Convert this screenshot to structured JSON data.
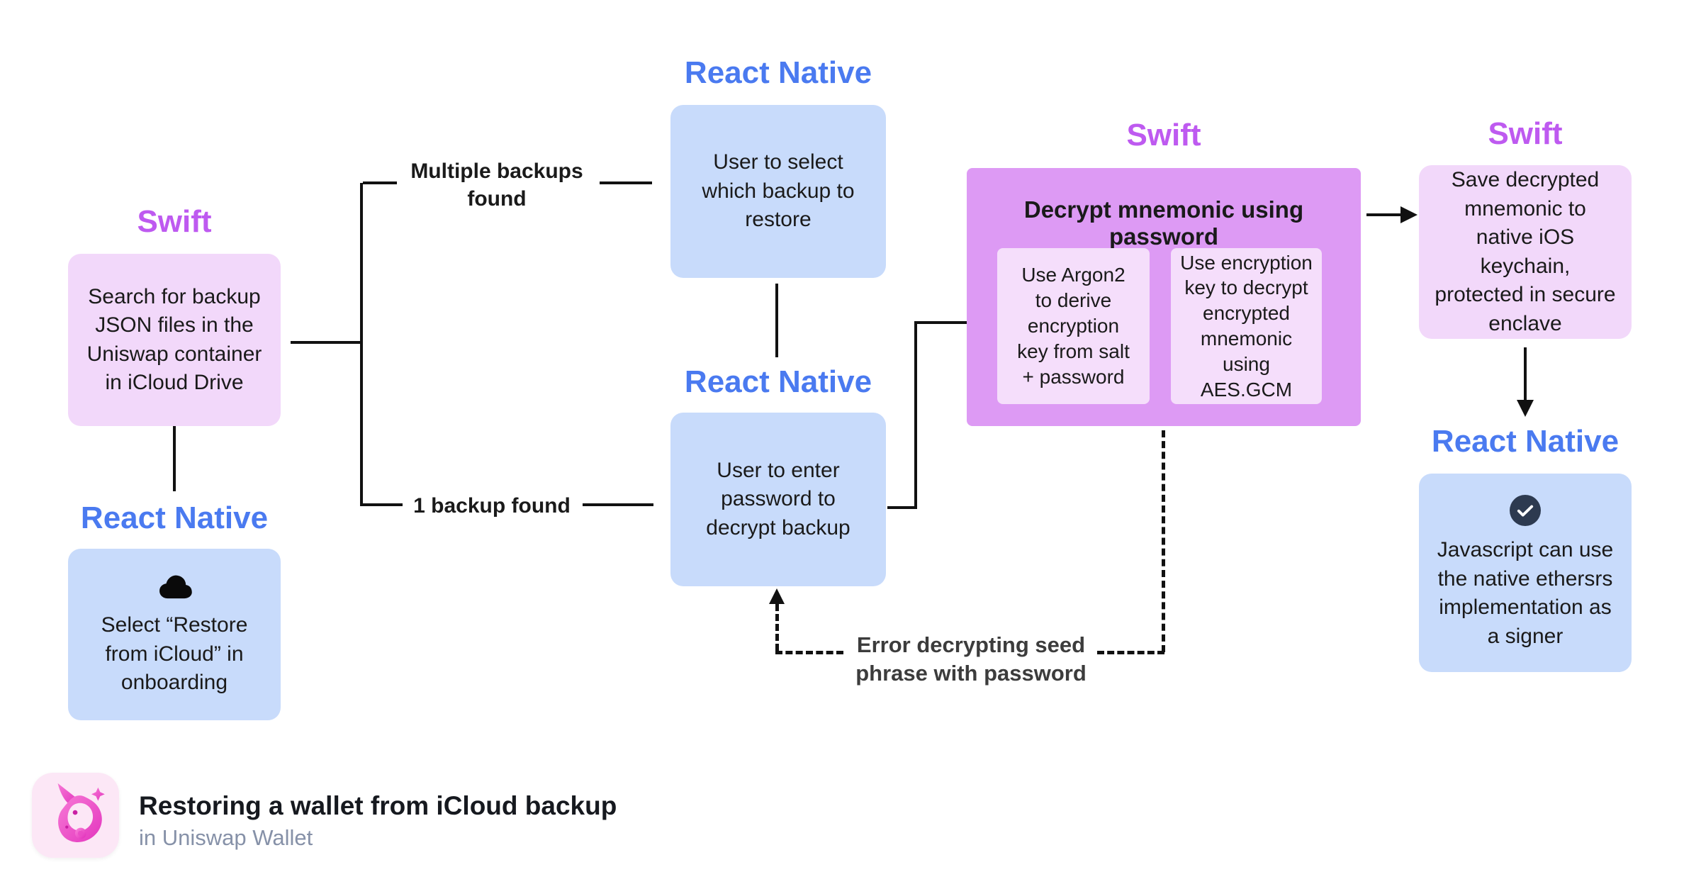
{
  "colors": {
    "swift": "#BE5AF0",
    "react-native": "#4A7AF0",
    "pink-box": "#F2D8FA",
    "blue-box": "#C8DBFB",
    "purple-box": "#DD9AF4",
    "purple-inner": "#F5DEFB",
    "line": "#111111",
    "text": "#1A1A1A",
    "error-text": "#3C3C3C",
    "check-circle": "#2D3A50",
    "footer-title": "#16191F",
    "footer-subtitle": "#8691A8",
    "logo-bg": "#FCE7F6",
    "logo-pink-start": "#F77AD6",
    "logo-pink-end": "#E335BE"
  },
  "nodes": {
    "search_backup": {
      "lang": "Swift",
      "text": "Search for backup\nJSON files in the\nUniswap container\nin iCloud Drive"
    },
    "select_restore": {
      "lang": "React Native",
      "icon": "cloud-icon",
      "text": "Select “Restore\nfrom iCloud” in\nonboarding"
    },
    "user_select": {
      "lang": "React Native",
      "text": "User to select\nwhich backup to\nrestore"
    },
    "user_enter": {
      "lang": "React Native",
      "text": "User to enter\npassword to\ndecrypt backup"
    },
    "decrypt": {
      "lang": "Swift",
      "title": "Decrypt mnemonic using password",
      "steps": [
        {
          "text": "Use Argon2\nto derive\nencryption\nkey from salt\n+  password"
        },
        {
          "text": "Use encryption\nkey to decrypt\nencrypted\nmnemonic\nusing\nAES.GCM"
        }
      ]
    },
    "save_keychain": {
      "lang": "Swift",
      "text": "Save decrypted\nmnemonic to\nnative iOS\nkeychain,\nprotected in secure\nenclave"
    },
    "js_signer": {
      "lang": "React Native",
      "icon": "check-icon",
      "text": "Javascript can use\nthe native ethersrs\nimplementation as\na signer"
    }
  },
  "edges": {
    "multiple_backups": "Multiple backups\nfound",
    "one_backup": "1 backup found",
    "error": "Error decrypting seed\nphrase with password"
  },
  "footer": {
    "title": "Restoring a wallet from iCloud backup",
    "subtitle": "in Uniswap Wallet",
    "logo": "uniswap-unicorn-logo"
  }
}
